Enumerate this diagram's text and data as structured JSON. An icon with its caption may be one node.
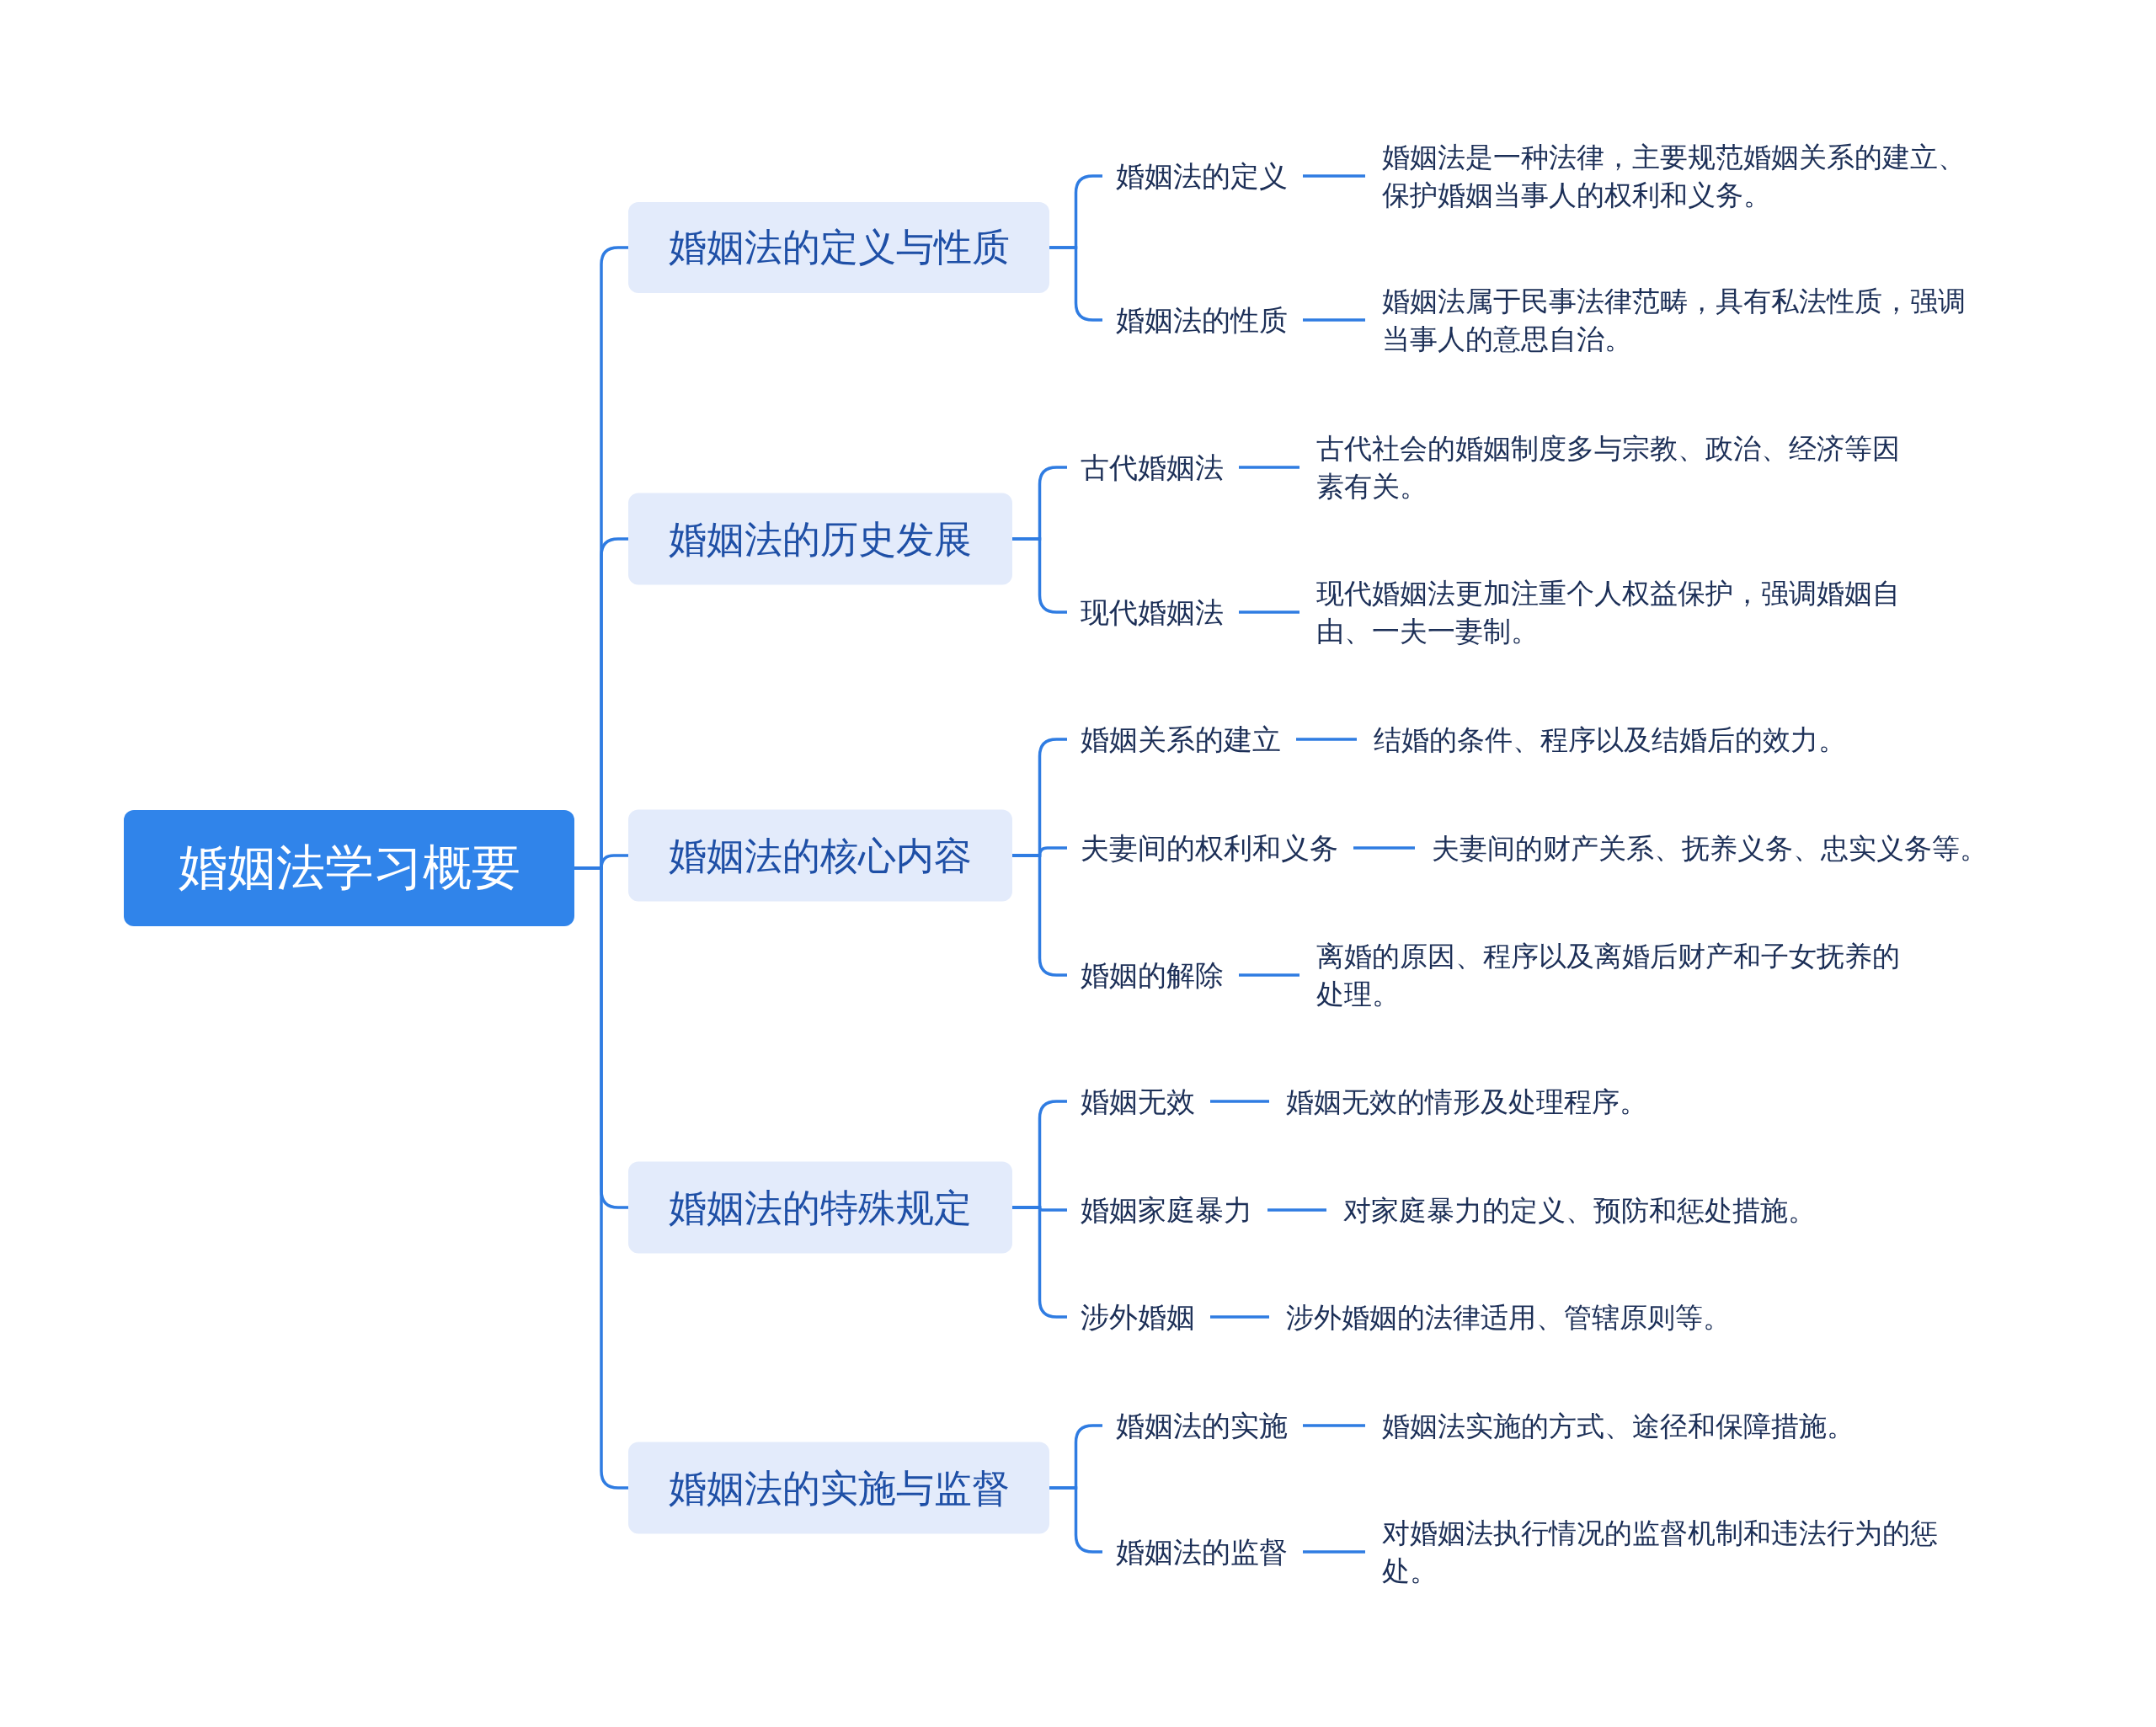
{
  "diagram": {
    "nodes": [
      {
        "text": [
          "婚姻法学习概要"
        ]
      },
      {
        "text": [
          "婚姻法的定义与性质"
        ]
      },
      {
        "text": [
          "婚姻法的定义"
        ]
      },
      {
        "text": [
          "婚姻法是一种法律，主要规范婚姻关系的建立、保护婚姻当事人的权利和义务。"
        ]
      },
      {
        "text": [
          "婚姻法的性质"
        ]
      },
      {
        "text": [
          "婚姻法属于民事法律范畴，具有私法性质，强调当事人的意思自治。"
        ]
      },
      {
        "text": [
          "婚姻法的历史发展"
        ]
      },
      {
        "text": [
          "古代婚姻法"
        ]
      },
      {
        "text": [
          "古代社会的婚姻制度多与宗教、政治、经济等因素有关。"
        ]
      },
      {
        "text": [
          "现代婚姻法"
        ]
      },
      {
        "text": [
          "现代婚姻法更加注重个人权益保护，强调婚姻自由、一夫一妻制。"
        ]
      },
      {
        "text": [
          "婚姻法的核心内容"
        ]
      },
      {
        "text": [
          "婚姻关系的建立"
        ]
      },
      {
        "text": [
          "结婚的条件、程序以及结婚后的效力。"
        ]
      },
      {
        "text": [
          "夫妻间的权利和义务"
        ]
      },
      {
        "text": [
          "夫妻间的财产关系、抚养义务、忠实义务等。"
        ]
      },
      {
        "text": [
          "婚姻的解除"
        ]
      },
      {
        "text": [
          "离婚的原因、程序以及离婚后财产和子女抚养的处理。"
        ]
      },
      {
        "text": [
          "婚姻法的特殊规定"
        ]
      },
      {
        "text": [
          "婚姻无效"
        ]
      },
      {
        "text": [
          "婚姻无效的情形及处理程序。"
        ]
      },
      {
        "text": [
          "婚姻家庭暴力"
        ]
      },
      {
        "text": [
          "对家庭暴力的定义、预防和惩处措施。"
        ]
      },
      {
        "text": [
          "涉外婚姻"
        ]
      },
      {
        "text": [
          "涉外婚姻的法律适用、管辖原则等。"
        ]
      },
      {
        "text": [
          "婚姻法的实施与监督"
        ]
      },
      {
        "text": [
          "婚姻法的实施"
        ]
      },
      {
        "text": [
          "婚姻法实施的方式、途径和保障措施。"
        ]
      },
      {
        "text": [
          "婚姻法的监督"
        ]
      },
      {
        "text": [
          "对婚姻法执行情况的监督机制和违法行为的惩处。"
        ]
      }
    ],
    "edges": [
      {
        "from": 0,
        "to": 1,
        "arrow": "none"
      },
      {
        "from": 0,
        "to": 6,
        "arrow": "none"
      },
      {
        "from": 0,
        "to": 11,
        "arrow": "none"
      },
      {
        "from": 0,
        "to": 18,
        "arrow": "none"
      },
      {
        "from": 0,
        "to": 25,
        "arrow": "none"
      },
      {
        "from": 1,
        "to": 2,
        "arrow": "none"
      },
      {
        "from": 1,
        "to": 4,
        "arrow": "none"
      },
      {
        "from": 2,
        "to": 3,
        "arrow": "none"
      },
      {
        "from": 4,
        "to": 5,
        "arrow": "none"
      },
      {
        "from": 6,
        "to": 7,
        "arrow": "none"
      },
      {
        "from": 6,
        "to": 9,
        "arrow": "none"
      },
      {
        "from": 7,
        "to": 8,
        "arrow": "none"
      },
      {
        "from": 9,
        "to": 10,
        "arrow": "none"
      },
      {
        "from": 11,
        "to": 12,
        "arrow": "none"
      },
      {
        "from": 11,
        "to": 14,
        "arrow": "none"
      },
      {
        "from": 11,
        "to": 16,
        "arrow": "none"
      },
      {
        "from": 12,
        "to": 13,
        "arrow": "none"
      },
      {
        "from": 14,
        "to": 15,
        "arrow": "none"
      },
      {
        "from": 16,
        "to": 17,
        "arrow": "none"
      },
      {
        "from": 18,
        "to": 19,
        "arrow": "none"
      },
      {
        "from": 18,
        "to": 21,
        "arrow": "none"
      },
      {
        "from": 18,
        "to": 23,
        "arrow": "none"
      },
      {
        "from": 19,
        "to": 20,
        "arrow": "none"
      },
      {
        "from": 21,
        "to": 22,
        "arrow": "none"
      },
      {
        "from": 23,
        "to": 24,
        "arrow": "none"
      },
      {
        "from": 25,
        "to": 26,
        "arrow": "none"
      },
      {
        "from": 25,
        "to": 28,
        "arrow": "none"
      },
      {
        "from": 26,
        "to": 27,
        "arrow": "none"
      },
      {
        "from": 28,
        "to": 29,
        "arrow": "none"
      }
    ]
  }
}
